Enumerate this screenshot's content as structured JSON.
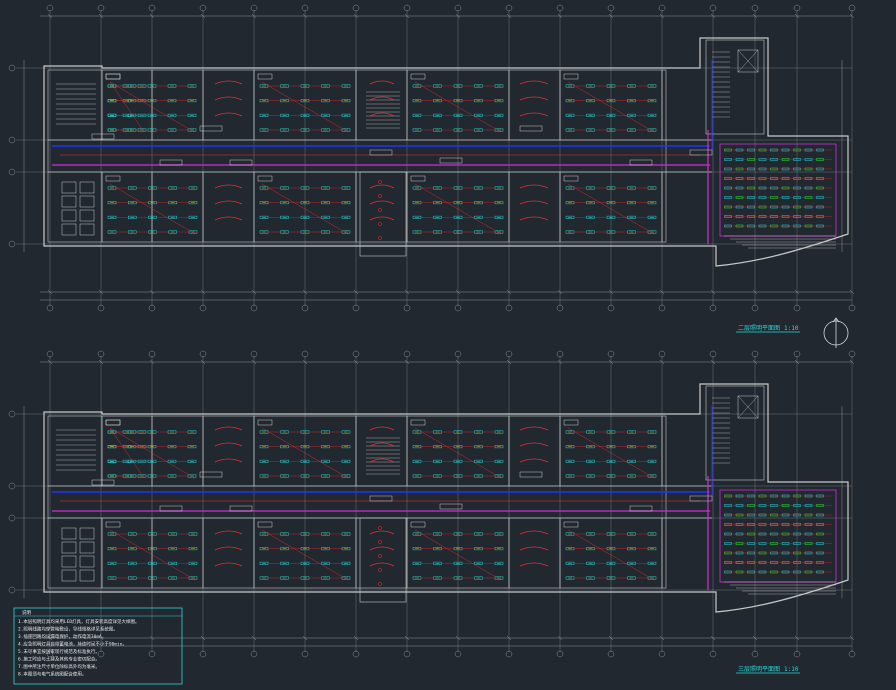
{
  "colors": {
    "background": "#212830",
    "wall": "#c9c9c9",
    "grid": "#8a8f94",
    "corridor_blue": "#1f33ff",
    "corridor_magenta": "#d62ad6",
    "red_wire": "#ff2a2a",
    "fixture_cyan": "#27d6d6",
    "fixture_green": "#2de82d",
    "fixture_yellow": "#e6e62a",
    "text_white": "#f0f0f0"
  },
  "plans": [
    {
      "id": "upper",
      "title": "二层照明平面图",
      "scale": "1:10",
      "north_arrow": true
    },
    {
      "id": "lower",
      "title": "三层照明平面图",
      "scale": "1:10",
      "north_arrow": false
    }
  ],
  "notes_title": "说明",
  "notes": [
    "1.本层照明灯具均采用LED灯具，灯具安装高度详见大样图。",
    "2.照明线路均穿管暗敷设，导线规格详见系统图。",
    "3.插座回路均设漏电保护，动作电流30mA。",
    "4.应急照明灯具自带蓄电池，持续时间不小于90min。",
    "5.未尽事宜按国家现行规范及标准执行。",
    "6.施工时应与土建及其他专业密切配合。",
    "7.图中所注尺寸单位除标高外均为毫米。",
    "8.本图须与电气系统图配合使用。"
  ]
}
